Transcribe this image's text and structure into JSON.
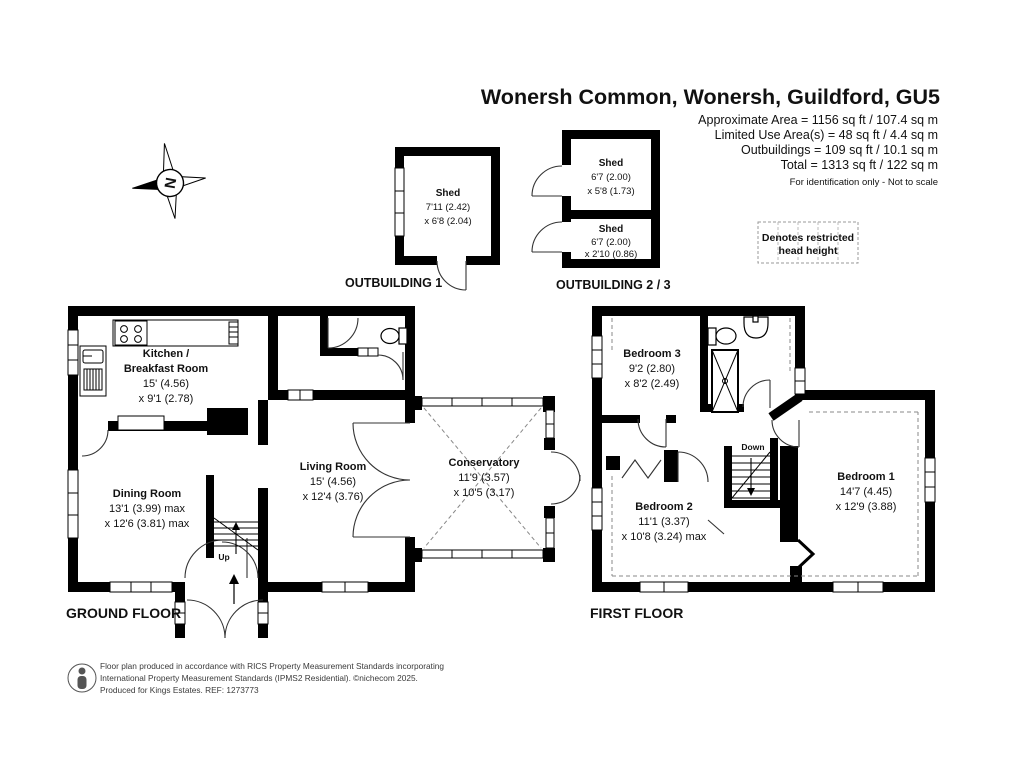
{
  "header": {
    "title": "Wonersh Common, Wonersh, Guildford, GU5",
    "area_lines": [
      "Approximate Area = 1156 sq ft / 107.4 sq m",
      "Limited Use Area(s) = 48 sq ft / 4.4 sq m",
      "Outbuildings = 109 sq ft / 10.1 sq m",
      "Total = 1313 sq ft / 122 sq m"
    ],
    "disclaimer": "For identification only - Not to scale"
  },
  "compass": {
    "letter": "N"
  },
  "legend": {
    "line1": "Denotes restricted",
    "line2": "head height"
  },
  "outbuilding1": {
    "label": "OUTBUILDING 1",
    "shed": {
      "name": "Shed",
      "dim1": "7'11 (2.42)",
      "dim2": "x 6'8 (2.04)"
    }
  },
  "outbuilding23": {
    "label": "OUTBUILDING 2 / 3",
    "shed_top": {
      "name": "Shed",
      "dim1": "6'7 (2.00)",
      "dim2": "x 5'8 (1.73)"
    },
    "shed_bottom": {
      "name": "Shed",
      "dim1": "6'7 (2.00)",
      "dim2": "x 2'10 (0.86)"
    }
  },
  "ground_floor": {
    "label": "GROUND FLOOR",
    "stairs": {
      "up": "Up"
    },
    "kitchen": {
      "name1": "Kitchen /",
      "name2": "Breakfast Room",
      "dim1": "15' (4.56)",
      "dim2": "x 9'1 (2.78)"
    },
    "dining": {
      "name": "Dining Room",
      "dim1": "13'1 (3.99) max",
      "dim2": "x 12'6 (3.81) max"
    },
    "living": {
      "name": "Living Room",
      "dim1": "15' (4.56)",
      "dim2": "x 12'4 (3.76)"
    },
    "conservatory": {
      "name": "Conservatory",
      "dim1": "11'9 (3.57)",
      "dim2": "x 10'5 (3.17)"
    }
  },
  "first_floor": {
    "label": "FIRST FLOOR",
    "stairs": {
      "down": "Down"
    },
    "bedroom1": {
      "name": "Bedroom 1",
      "dim1": "14'7 (4.45)",
      "dim2": "x 12'9 (3.88)"
    },
    "bedroom2": {
      "name": "Bedroom 2",
      "dim1": "11'1 (3.37)",
      "dim2": "x 10'8 (3.24) max"
    },
    "bedroom3": {
      "name": "Bedroom 3",
      "dim1": "9'2 (2.80)",
      "dim2": "x 8'2 (2.49)"
    }
  },
  "footer": {
    "line1": "Floor plan produced in accordance with RICS Property Measurement Standards incorporating",
    "line2": "International Property Measurement Standards (IPMS2 Residential).   ©nichecom 2025.",
    "line3": "Produced for Kings Estates.   REF:  1273773"
  },
  "colors": {
    "wall": "#000000",
    "background": "#ffffff",
    "dash": "#777777"
  }
}
